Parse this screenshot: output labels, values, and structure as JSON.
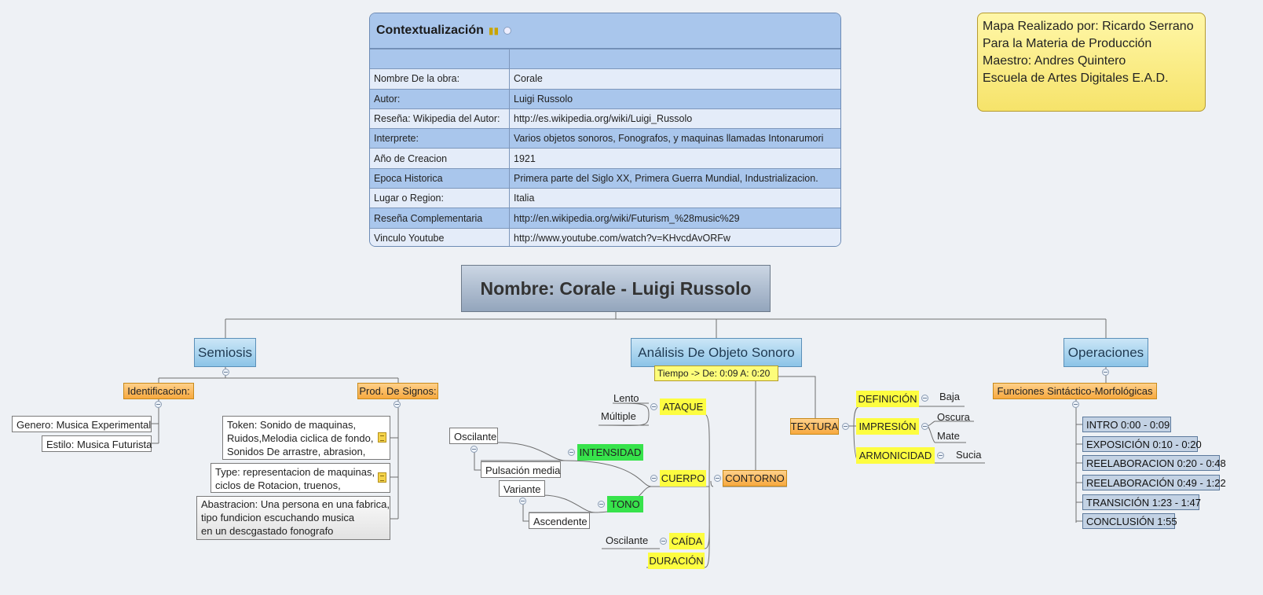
{
  "context": {
    "title": "Contextualización",
    "rows": [
      {
        "label": "Nombre De la obra:",
        "value": "Corale"
      },
      {
        "label": "Autor:",
        "value": "Luigi Russolo"
      },
      {
        "label": "Reseña: Wikipedia del Autor:",
        "value": "http://es.wikipedia.org/wiki/Luigi_Russolo"
      },
      {
        "label": "Interprete:",
        "value": "Varios objetos sonoros, Fonografos, y maquinas llamadas Intonarumori"
      },
      {
        "label": "Año de Creacion",
        "value": "1921"
      },
      {
        "label": "Epoca Historica",
        "value": "Primera parte del Siglo XX, Primera Guerra Mundial, Industrializacion."
      },
      {
        "label": "Lugar o Region:",
        "value": "Italia"
      },
      {
        "label": "Reseña Complementaria",
        "value": "http://en.wikipedia.org/wiki/Futurism_%28music%29"
      },
      {
        "label": "Vinculo Youtube",
        "value": "http://www.youtube.com/watch?v=KHvcdAvORFw"
      }
    ]
  },
  "credits": {
    "line1": "Mapa Realizado por: Ricardo Serrano",
    "line2": "Para la Materia de Producción",
    "line3": "Maestro: Andres Quintero",
    "line4": "Escuela de Artes Digitales E.A.D."
  },
  "central": "Nombre: Corale - Luigi Russolo",
  "semiosis": {
    "title": "Semiosis",
    "identificacion": {
      "label": "Identificacion:",
      "items": [
        "Genero: Musica Experimental",
        "Estilo: Musica Futurista"
      ]
    },
    "prod": {
      "label": "Prod. De Signos:",
      "token": [
        "Token: Sonido de maquinas,",
        "Ruidos,Melodia ciclica de fondo,",
        "Sonidos De arrastre, abrasion,"
      ],
      "type": [
        "Type: representacion de maquinas,",
        "ciclos de Rotacion, truenos,"
      ],
      "abst": [
        "Abastracion: Una persona en una fabrica,",
        "tipo fundicion escuchando musica",
        "en un descgastado fonografo"
      ]
    }
  },
  "analisis": {
    "title": "Análisis  De Objeto Sonoro",
    "tiempo": "Tiempo -> De: 0:09     A:  0:20",
    "contorno": "CONTORNO",
    "cuerpo": "CUERPO",
    "ataque": "ATAQUE",
    "ataque_items": [
      "Lento",
      "Múltiple"
    ],
    "intensidad": "INTENSIDAD",
    "intensidad_items": [
      "Oscilante",
      "Pulsación media"
    ],
    "tono": "TONO",
    "tono_items": [
      "Variante",
      "Ascendente"
    ],
    "caida": "CAÍDA",
    "caida_item": "Oscilante",
    "duracion": "DURACIÓN",
    "textura": "TEXTURA",
    "definicion": "DEFINICIÓN",
    "definicion_item": "Baja",
    "impresion": "IMPRESIÓN",
    "impresion_items": [
      "Oscura",
      "Mate"
    ],
    "armonicidad": "ARMONICIDAD",
    "armonicidad_item": "Sucia"
  },
  "operaciones": {
    "title": "Operaciones",
    "funciones": "Funciones Sintáctico-Morfológicas",
    "items": [
      "INTRO 0:00 - 0:09",
      "EXPOSICIÓN 0:10 - 0:20",
      "REELABORACION 0:20 - 0:48",
      "REELABORACIÓN 0:49 - 1:22",
      "TRANSICIÓN 1:23 - 1:47",
      "CONCLUSIÓN 1:55"
    ]
  }
}
